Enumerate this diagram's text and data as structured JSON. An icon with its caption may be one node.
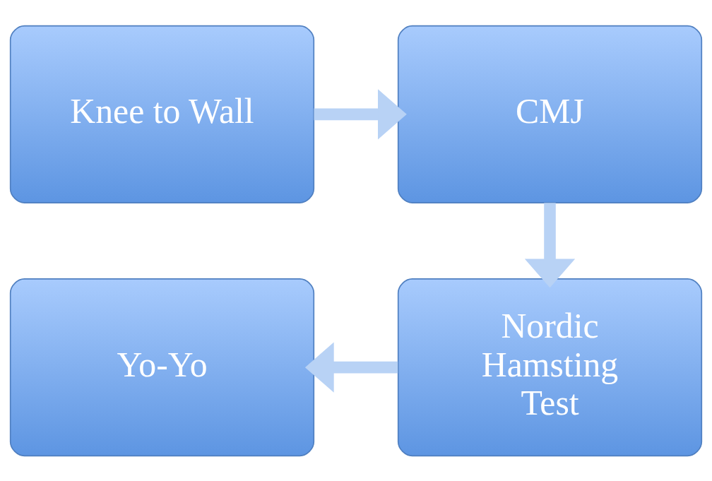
{
  "diagram": {
    "nodes": [
      {
        "text": [
          "Knee to Wall"
        ]
      },
      {
        "text": [
          "CMJ"
        ]
      },
      {
        "text": [
          "Nordic Hamsting Test"
        ]
      },
      {
        "text": [
          "Yo-Yo"
        ]
      }
    ],
    "edges": [
      {
        "from": 0,
        "to": 1,
        "arrow": "to"
      },
      {
        "from": 1,
        "to": 2,
        "arrow": "to"
      },
      {
        "from": 2,
        "to": 3,
        "arrow": "to"
      }
    ]
  }
}
